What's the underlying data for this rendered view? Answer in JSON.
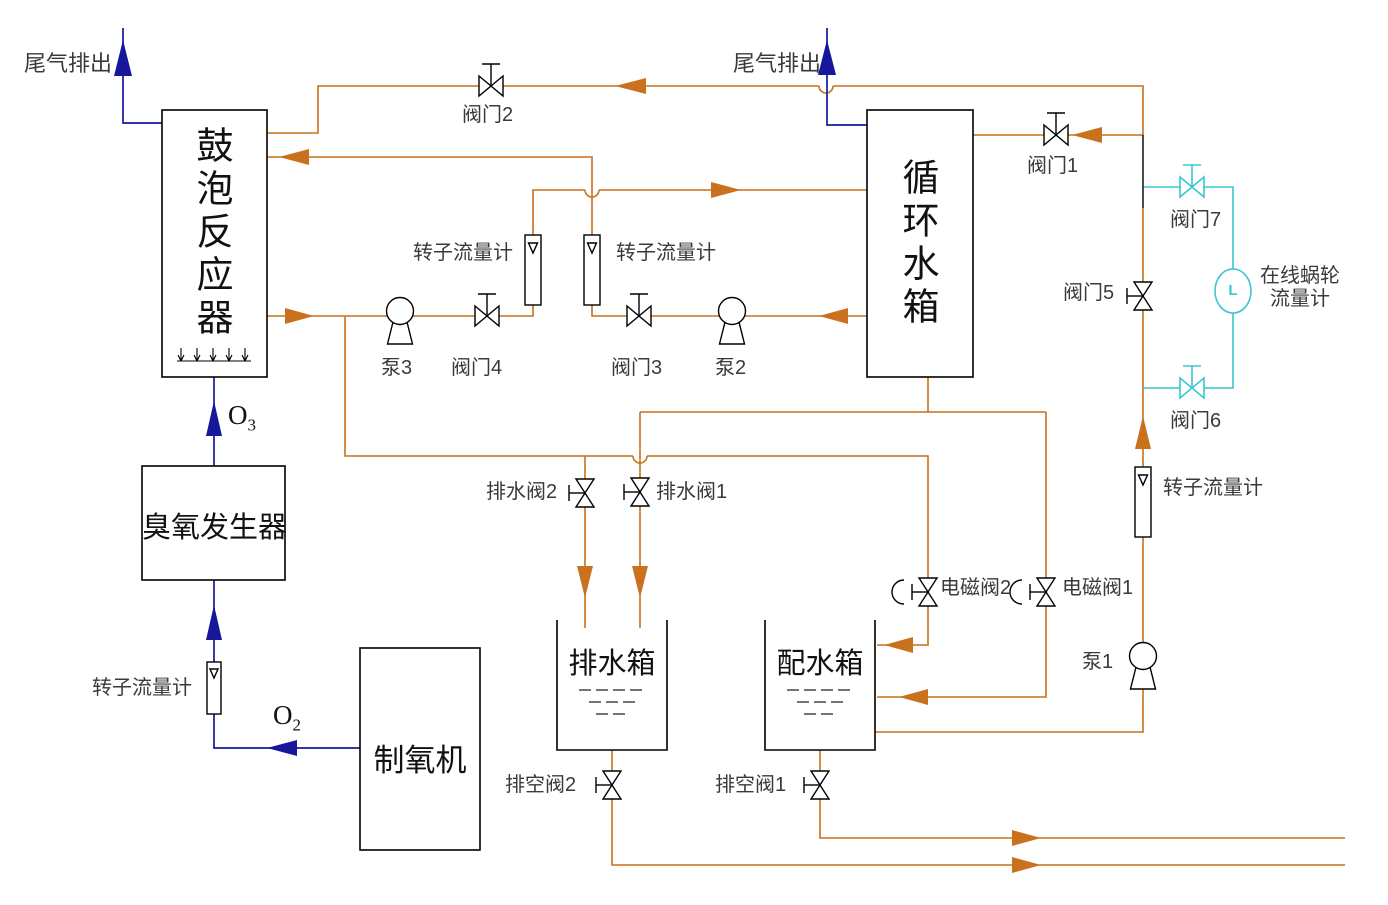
{
  "diagram": {
    "equipment": {
      "bubble_reactor": "鼓泡反应器",
      "circulating_water_tank": "循环水箱",
      "ozone_generator": "臭氧发生器",
      "oxygen_generator": "制氧机",
      "drain_water_tank": "排水箱",
      "water_distribution_tank": "配水箱"
    },
    "valves": {
      "valve_1": "阀门1",
      "valve_2": "阀门2",
      "valve_3": "阀门3",
      "valve_4": "阀门4",
      "valve_5": "阀门5",
      "valve_6": "阀门6",
      "valve_7": "阀门7",
      "drain_valve_1": "排水阀1",
      "drain_valve_2": "排水阀2",
      "solenoid_valve_1": "电磁阀1",
      "solenoid_valve_2": "电磁阀2",
      "vent_valve_1": "排空阀1",
      "vent_valve_2": "排空阀2"
    },
    "pumps": {
      "pump_1": "泵1",
      "pump_2": "泵2",
      "pump_3": "泵3"
    },
    "flowmeters": {
      "rotameter_top_left": "转子流量计",
      "rotameter_top_right": "转子流量计",
      "rotameter_feed_line": "转子流量计",
      "rotameter_oxygen_line": "转子流量计",
      "turbine_line1": "在线蜗轮",
      "turbine_line2": "流量计",
      "turbine_dial_letter": "L"
    },
    "streams": {
      "tail_gas_left": "尾气排出",
      "tail_gas_right": "尾气排出",
      "ozone_symbol": "O",
      "ozone_subscript": "3",
      "oxygen_symbol": "O",
      "oxygen_subscript": "2"
    },
    "colors": {
      "pipe_water": "#C9711C",
      "pipe_gas": "#17179B",
      "pipe_bypass": "#3CC7CF",
      "symbol_line": "#000000",
      "label_text": "#3A3A3A"
    }
  }
}
